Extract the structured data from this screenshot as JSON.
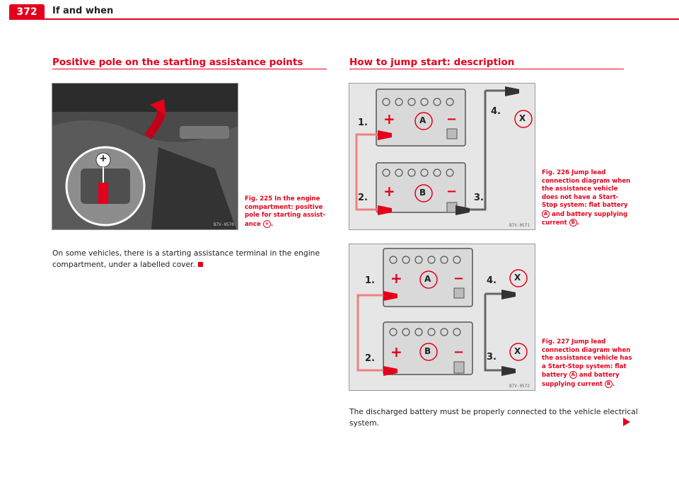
{
  "header": {
    "page_number": "372",
    "running_title": "If and when"
  },
  "left_section": {
    "title": "Positive pole on the starting assistance points",
    "figure": {
      "code": "B7V-0570",
      "plus_sign": "+"
    },
    "caption": {
      "line1": "Fig. 225   In the engine",
      "line2": "compartment: positive",
      "line3": "pole for starting assist-",
      "line4": "ance",
      "badge": "+"
    },
    "body_line1": "On some vehicles, there is a starting assistance terminal in the engine",
    "body_line2": "compartment, under a labelled cover."
  },
  "right_section": {
    "title": "How to jump start: description",
    "figure1": {
      "code": "B7V-0571",
      "battery_a": "A",
      "battery_b": "B",
      "vehicle": "X",
      "step1": "1.",
      "step2": "2.",
      "step3": "3.",
      "step4": "4.",
      "plus": "+",
      "minus": "−"
    },
    "caption1": {
      "line1": "Fig. 226   Jump lead",
      "line2": "connection diagram when",
      "line3": "the assistance vehicle",
      "line4": "does not have a Start-",
      "line5": "Stop system: flat battery",
      "line6_suffix": " and battery supplying",
      "line7": "current",
      "badge_a": "A",
      "badge_b": "B"
    },
    "figure2": {
      "code": "B7V-0572",
      "battery_a": "A",
      "battery_b": "B",
      "vehicle": "X",
      "step1": "1.",
      "step2": "2.",
      "step3": "3.",
      "step4": "4.",
      "plus": "+",
      "minus": "−"
    },
    "caption2": {
      "line1": "Fig. 227   Jump lead",
      "line2": "connection diagram when",
      "line3": "the assistance vehicle has",
      "line4": "a Start-Stop system: flat",
      "line5_prefix": "battery",
      "line5_suffix": " and battery",
      "line6": "supplying current",
      "badge_a": "A",
      "badge_b": "B"
    },
    "body_line1": "The discharged battery must be properly connected to the vehicle electrical",
    "body_line2": "system."
  },
  "colors": {
    "accent": "#e4001b"
  }
}
